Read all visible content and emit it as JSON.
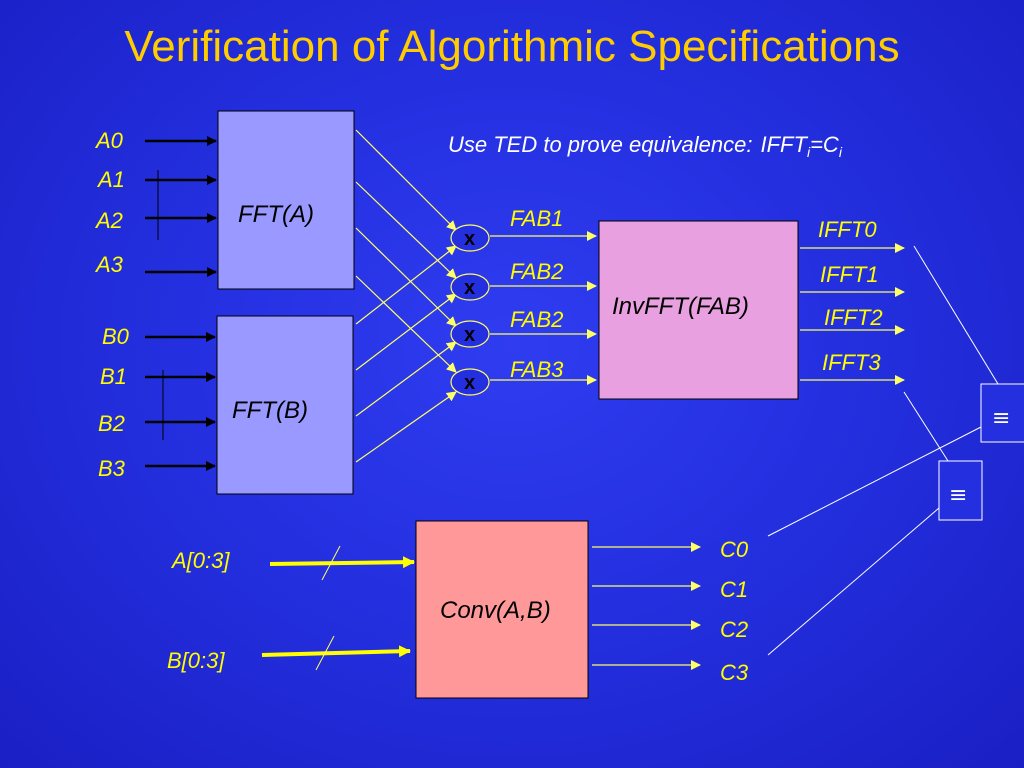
{
  "title": "Verification of Algorithmic Specifications",
  "note": {
    "text": "Use TED to prove equivalence:",
    "ifft": "IFFT",
    "sub_i": "i",
    "eq": "=C",
    "sub_i2": "i"
  },
  "inputs_a": [
    "A0",
    "A1",
    "A2",
    "A3"
  ],
  "inputs_b": [
    "B0",
    "B1",
    "B2",
    "B3"
  ],
  "blocks": {
    "fft_a": "FFT(A)",
    "fft_b": "FFT(B)",
    "invfft": "InvFFT(FAB)",
    "conv": "Conv(A,B)"
  },
  "multipliers": [
    "x",
    "x",
    "x",
    "x"
  ],
  "fab_labels": [
    "FAB1",
    "FAB2",
    "FAB2",
    "FAB3"
  ],
  "ifft_outputs": [
    "IFFT0",
    "IFFT1",
    "IFFT2",
    "IFFT3"
  ],
  "conv_inputs": [
    "A[0:3]",
    "B[0:3]"
  ],
  "conv_outputs": [
    "C0",
    "C1",
    "C2",
    "C3"
  ],
  "equiv_symbol": "≡",
  "colors": {
    "background": "#2430e0",
    "title": "#ffcc00",
    "labels": "#fffd00",
    "fft_block": "#9999ff",
    "invfft_block": "#e8a0e0",
    "conv_block": "#ff9999",
    "wires": "#ffff66"
  }
}
